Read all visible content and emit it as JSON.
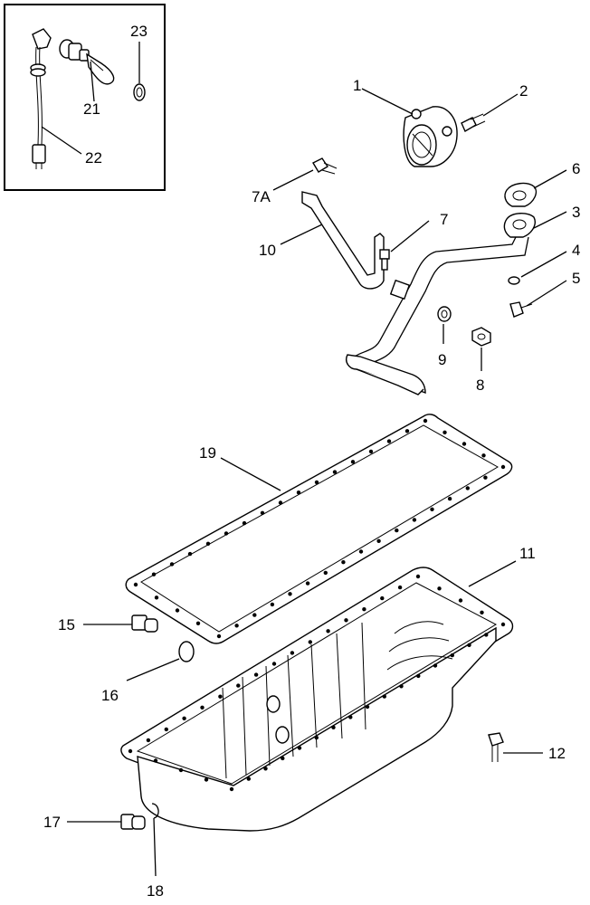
{
  "diagram": {
    "callouts": [
      {
        "id": "c1",
        "text": "1"
      },
      {
        "id": "c2",
        "text": "2"
      },
      {
        "id": "c3",
        "text": "3"
      },
      {
        "id": "c4",
        "text": "4"
      },
      {
        "id": "c5",
        "text": "5"
      },
      {
        "id": "c6",
        "text": "6"
      },
      {
        "id": "c7",
        "text": "7"
      },
      {
        "id": "c7a",
        "text": "7A"
      },
      {
        "id": "c8",
        "text": "8"
      },
      {
        "id": "c9",
        "text": "9"
      },
      {
        "id": "c10",
        "text": "10"
      },
      {
        "id": "c11",
        "text": "11"
      },
      {
        "id": "c12",
        "text": "12"
      },
      {
        "id": "c15",
        "text": "15"
      },
      {
        "id": "c16",
        "text": "16"
      },
      {
        "id": "c17",
        "text": "17"
      },
      {
        "id": "c18",
        "text": "18"
      },
      {
        "id": "c19",
        "text": "19"
      },
      {
        "id": "c21",
        "text": "21"
      },
      {
        "id": "c22",
        "text": "22"
      },
      {
        "id": "c23",
        "text": "23"
      }
    ]
  }
}
